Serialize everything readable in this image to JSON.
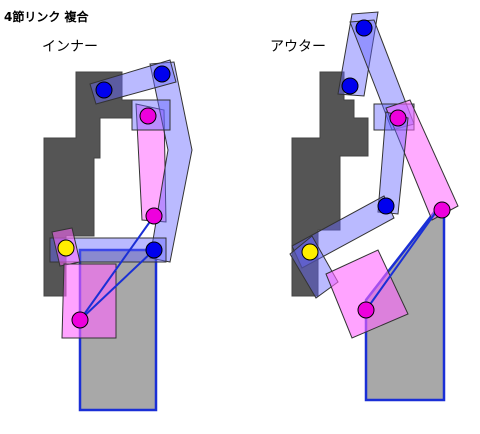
{
  "title": "4節リンク 複合",
  "labels": {
    "inner": "インナー",
    "outer": "アウター"
  },
  "colors": {
    "frame": "#555555",
    "link_blue": "rgba(102,102,255,0.45)",
    "link_pink": "rgba(255,102,255,0.55)",
    "block_gray": "#a8a8a8",
    "block_outline": "#1a2fd6",
    "joint_blue": "#0000ee",
    "joint_magenta": "#ee00dd",
    "joint_yellow": "#ffee00"
  }
}
